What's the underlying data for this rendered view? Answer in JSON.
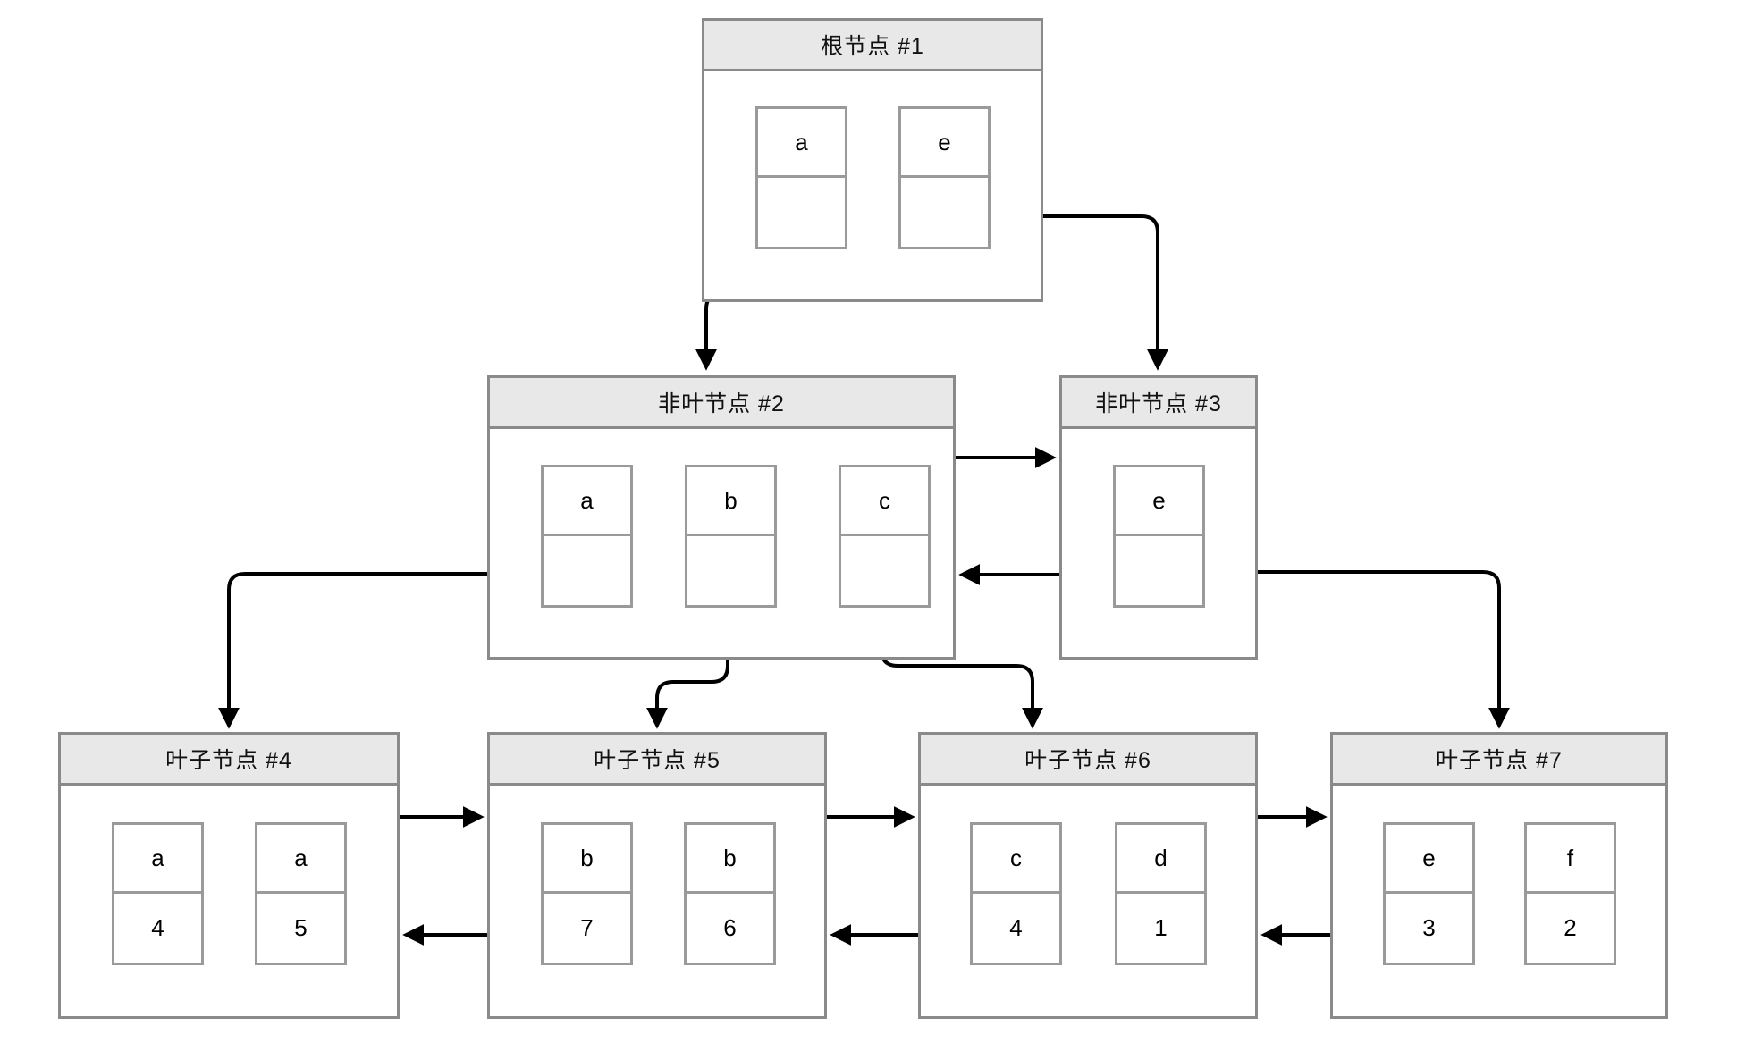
{
  "diagram": {
    "type": "bplus-tree",
    "nodes": [
      {
        "id": "node1",
        "title": "根节点 #1",
        "kind": "root",
        "cells": [
          {
            "key": "a"
          },
          {
            "key": "e"
          }
        ]
      },
      {
        "id": "node2",
        "title": "非叶节点 #2",
        "kind": "internal",
        "cells": [
          {
            "key": "a"
          },
          {
            "key": "b"
          },
          {
            "key": "c"
          }
        ]
      },
      {
        "id": "node3",
        "title": "非叶节点 #3",
        "kind": "internal",
        "cells": [
          {
            "key": "e"
          }
        ]
      },
      {
        "id": "node4",
        "title": "叶子节点 #4",
        "kind": "leaf",
        "cells": [
          {
            "key": "a",
            "value": "4"
          },
          {
            "key": "a",
            "value": "5"
          }
        ]
      },
      {
        "id": "node5",
        "title": "叶子节点 #5",
        "kind": "leaf",
        "cells": [
          {
            "key": "b",
            "value": "7"
          },
          {
            "key": "b",
            "value": "6"
          }
        ]
      },
      {
        "id": "node6",
        "title": "叶子节点 #6",
        "kind": "leaf",
        "cells": [
          {
            "key": "c",
            "value": "4"
          },
          {
            "key": "d",
            "value": "1"
          }
        ]
      },
      {
        "id": "node7",
        "title": "叶子节点 #7",
        "kind": "leaf",
        "cells": [
          {
            "key": "e",
            "value": "3"
          },
          {
            "key": "f",
            "value": "2"
          }
        ]
      }
    ],
    "edges": [
      {
        "from": "node1.a",
        "to": "node2",
        "type": "child-pointer"
      },
      {
        "from": "node1.e",
        "to": "node3",
        "type": "child-pointer"
      },
      {
        "from": "node2.a",
        "to": "node4",
        "type": "child-pointer"
      },
      {
        "from": "node2.b",
        "to": "node5",
        "type": "child-pointer"
      },
      {
        "from": "node2.c",
        "to": "node6",
        "type": "child-pointer"
      },
      {
        "from": "node3.e",
        "to": "node7",
        "type": "child-pointer"
      },
      {
        "from": "node1.a",
        "to": "node1.e",
        "type": "key-order"
      },
      {
        "from": "node2.a",
        "to": "node2.b",
        "type": "key-order"
      },
      {
        "from": "node2.b",
        "to": "node2.c",
        "type": "key-order"
      },
      {
        "from": "node4.0",
        "to": "node4.1",
        "type": "key-order"
      },
      {
        "from": "node5.0",
        "to": "node5.1",
        "type": "key-order"
      },
      {
        "from": "node6.0",
        "to": "node6.1",
        "type": "key-order"
      },
      {
        "from": "node7.0",
        "to": "node7.1",
        "type": "key-order"
      },
      {
        "from": "node2",
        "to": "node3",
        "type": "sibling-next"
      },
      {
        "from": "node3",
        "to": "node2",
        "type": "sibling-prev"
      },
      {
        "from": "node4",
        "to": "node5",
        "type": "sibling-next"
      },
      {
        "from": "node5",
        "to": "node4",
        "type": "sibling-prev"
      },
      {
        "from": "node5",
        "to": "node6",
        "type": "sibling-next"
      },
      {
        "from": "node6",
        "to": "node5",
        "type": "sibling-prev"
      },
      {
        "from": "node6",
        "to": "node7",
        "type": "sibling-next"
      },
      {
        "from": "node7",
        "to": "node6",
        "type": "sibling-prev"
      }
    ],
    "colors": {
      "background": "#ffffff",
      "node_border": "#8a8a8a",
      "cell_border": "#9a9a9a",
      "title_fill": "#e8e8e8",
      "arrow": "#000000"
    }
  }
}
